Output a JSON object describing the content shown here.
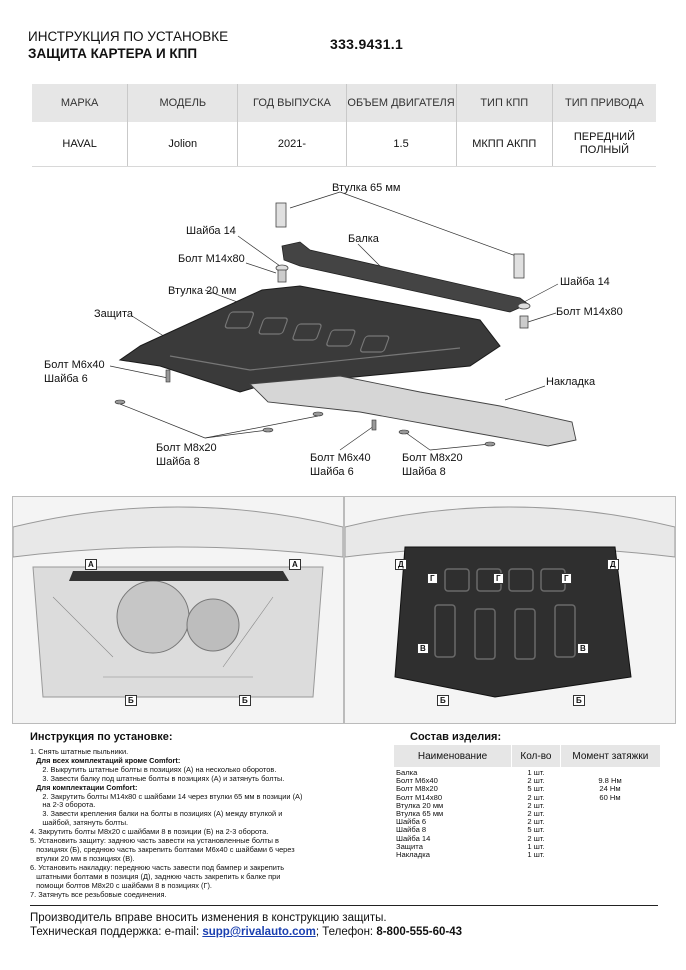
{
  "header": {
    "title_line1": "ИНСТРУКЦИЯ ПО УСТАНОВКЕ",
    "title_line2": "ЗАЩИТА КАРТЕРА И КПП",
    "code": "333.9431.1"
  },
  "spec_table": {
    "headers": [
      "МАРКА",
      "МОДЕЛЬ",
      "ГОД ВЫПУСКА",
      "ОБЪЕМ ДВИГАТЕЛЯ",
      "ТИП КПП",
      "ТИП ПРИВОДА"
    ],
    "row": [
      "HAVAL",
      "Jolion",
      "2021-",
      "1.5",
      "МКПП АКПП",
      "ПЕРЕДНИЙ ПОЛНЫЙ"
    ]
  },
  "diagram_labels": {
    "vtulka65": "Втулка 65 мм",
    "balka": "Балка",
    "shaiba14_left": "Шайба 14",
    "bolt_m14_left": "Болт M14x80",
    "shaiba14_right": "Шайба 14",
    "bolt_m14_right": "Болт M14x80",
    "vtulka20": "Втулка 20 мм",
    "zashita": "Защита",
    "bolt_m6_left": "Болт M6x40",
    "shaiba6_left": "Шайба 6",
    "nakladka": "Накладка",
    "bolt_m8_left": "Болт M8x20",
    "shaiba8_left": "Шайба 8",
    "bolt_m6_bottom": "Болт M6x40",
    "shaiba6_bottom": "Шайба 6",
    "bolt_m8_bottom": "Болт M8x20",
    "shaiba8_bottom": "Шайба 8"
  },
  "photo_markers": {
    "a": "А",
    "b": "Б",
    "v": "В",
    "g": "Г",
    "d": "Д"
  },
  "instructions": {
    "title": "Инструкция по установке:",
    "lines": [
      {
        "text": "1. Снять штатные пыльники.",
        "bold": false
      },
      {
        "text": "   Для всех комплектаций кроме Comfort:",
        "bold": true
      },
      {
        "text": "      2. Выкрутить штатные болты в позициях (А) на несколько оборотов.",
        "bold": false
      },
      {
        "text": "      3. Завести балку под штатные болты в позициях (А) и затянуть болты.",
        "bold": false
      },
      {
        "text": "   Для комплектации Comfort:",
        "bold": true
      },
      {
        "text": "      2. Закрутить болты М14х80 с шайбами 14 через втулки 65 мм в позиции (А)",
        "bold": false
      },
      {
        "text": "      на 2-3 оборота.",
        "bold": false
      },
      {
        "text": "      3. Завести крепления балки на болты в позициях (А) между втулкой и",
        "bold": false
      },
      {
        "text": "      шайбой, затянуть болты.",
        "bold": false
      },
      {
        "text": "4. Закрутить болты М8х20 с шайбами 8 в позиции (Б) на 2-3 оборота.",
        "bold": false
      },
      {
        "text": "5. Установить защиту: заднюю часть завести на установленные болты в",
        "bold": false
      },
      {
        "text": "   позициях (Б), среднюю часть закрепить болтами М6х40 с шайбами 6 через",
        "bold": false
      },
      {
        "text": "   втулки 20 мм в позициях (В).",
        "bold": false
      },
      {
        "text": "6. Установить накладку: переднюю часть завести под бампер и закрепить",
        "bold": false
      },
      {
        "text": "   штатными болтами в позиция (Д), заднюю часть закрепить к балке при",
        "bold": false
      },
      {
        "text": "   помощи болтов М8х20 с шайбами 8 в позициях (Г).",
        "bold": false
      },
      {
        "text": "7. Затянуть все резьбовые соединения.",
        "bold": false
      }
    ]
  },
  "sostav": {
    "title": "Состав изделия:",
    "headers": [
      "Наименование",
      "Кол-во",
      "Момент затяжки"
    ],
    "rows": [
      [
        "Балка",
        "1 шт.",
        ""
      ],
      [
        "Болт M6x40",
        "2 шт.",
        "9.8 Нм"
      ],
      [
        "Болт M8x20",
        "5 шт.",
        "24 Нм"
      ],
      [
        "Болт M14x80",
        "2 шт.",
        "60 Нм"
      ],
      [
        "Втулка 20 мм",
        "2 шт.",
        ""
      ],
      [
        "Втулка 65 мм",
        "2 шт.",
        ""
      ],
      [
        "Шайба 6",
        "2 шт.",
        ""
      ],
      [
        "Шайба 8",
        "5 шт.",
        ""
      ],
      [
        "Шайба 14",
        "2 шт.",
        ""
      ],
      [
        "Защита",
        "1 шт.",
        ""
      ],
      [
        "Накладка",
        "1 шт.",
        ""
      ]
    ]
  },
  "footer": {
    "line1": "Производитель вправе вносить изменения в конструкцию защиты.",
    "support_label": "Техническая поддержка:  e-mail:",
    "email": "supp@rivalauto.com",
    "sep": ";",
    "phone_label": "Телефон:",
    "phone": "8-800-555-60-43"
  }
}
